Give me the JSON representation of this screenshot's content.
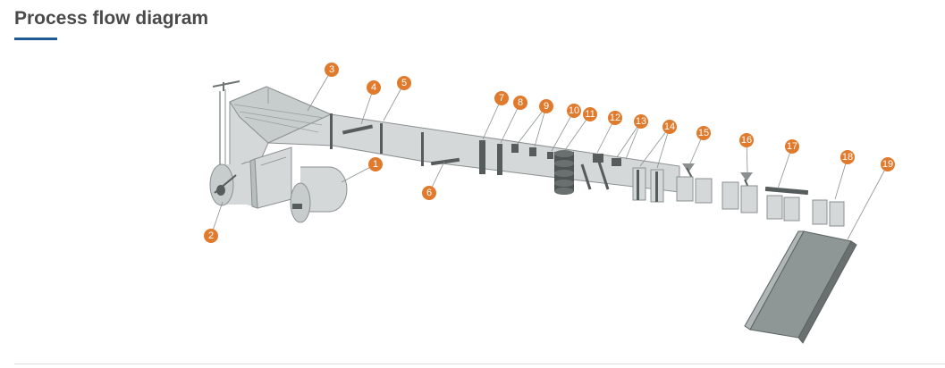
{
  "page": {
    "title": "Process flow diagram"
  },
  "colors": {
    "accent_underline": "#1f5a96",
    "callout_badge": "#e07a2c",
    "machine_fill": "#d4d8d8",
    "machine_stroke": "#7d8484",
    "component_dark": "#565c5c",
    "bottom_rule": "#dcdcdc"
  },
  "callouts": [
    "1",
    "2",
    "3",
    "4",
    "5",
    "6",
    "7",
    "8",
    "9",
    "10",
    "11",
    "12",
    "13",
    "14",
    "15",
    "16",
    "17",
    "18",
    "19"
  ]
}
